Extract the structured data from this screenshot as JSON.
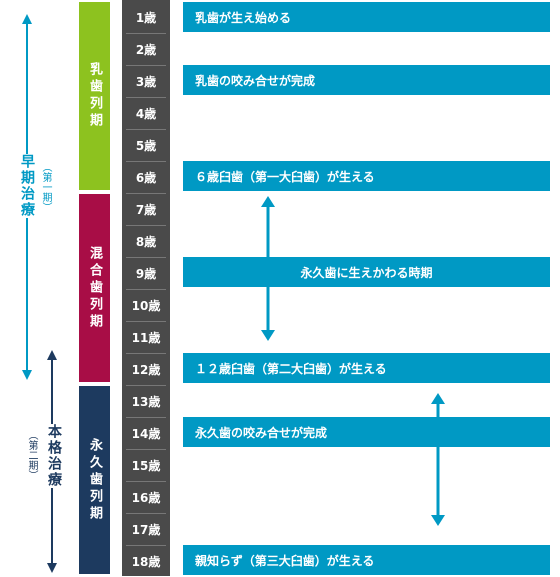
{
  "treatments": [
    {
      "label": "早期治療",
      "sub": "（第一期）",
      "color": "#0099c4"
    },
    {
      "label": "本格治療",
      "sub": "（第二期）",
      "color": "#1d3a5f"
    }
  ],
  "dentitions": [
    {
      "label": "乳歯列期",
      "color": "#8dc21f"
    },
    {
      "label": "混合歯列期",
      "color": "#a80d46"
    },
    {
      "label": "永久歯列期",
      "color": "#1d3a5f"
    }
  ],
  "ages": [
    "1歳",
    "2歳",
    "3歳",
    "4歳",
    "5歳",
    "6歳",
    "7歳",
    "8歳",
    "9歳",
    "10歳",
    "11歳",
    "12歳",
    "13歳",
    "14歳",
    "15歳",
    "16歳",
    "17歳",
    "18歳"
  ],
  "events": [
    {
      "text": "乳歯が生え始める"
    },
    {
      "text": "乳歯の咬み合せが完成"
    },
    {
      "text": "６歳臼歯（第一大臼歯）が生える"
    },
    {
      "text": "永久歯に生えかわる時期"
    },
    {
      "text": "１２歳臼歯（第二大臼歯）が生える"
    },
    {
      "text": "永久歯の咬み合せが完成"
    },
    {
      "text": "親知らず（第三大臼歯）が生える"
    }
  ],
  "colors": {
    "bar": "#0099c4",
    "age_column": "#4a4a4a",
    "arrow_light": "#0099c4",
    "arrow_dark": "#1d3a5f"
  }
}
